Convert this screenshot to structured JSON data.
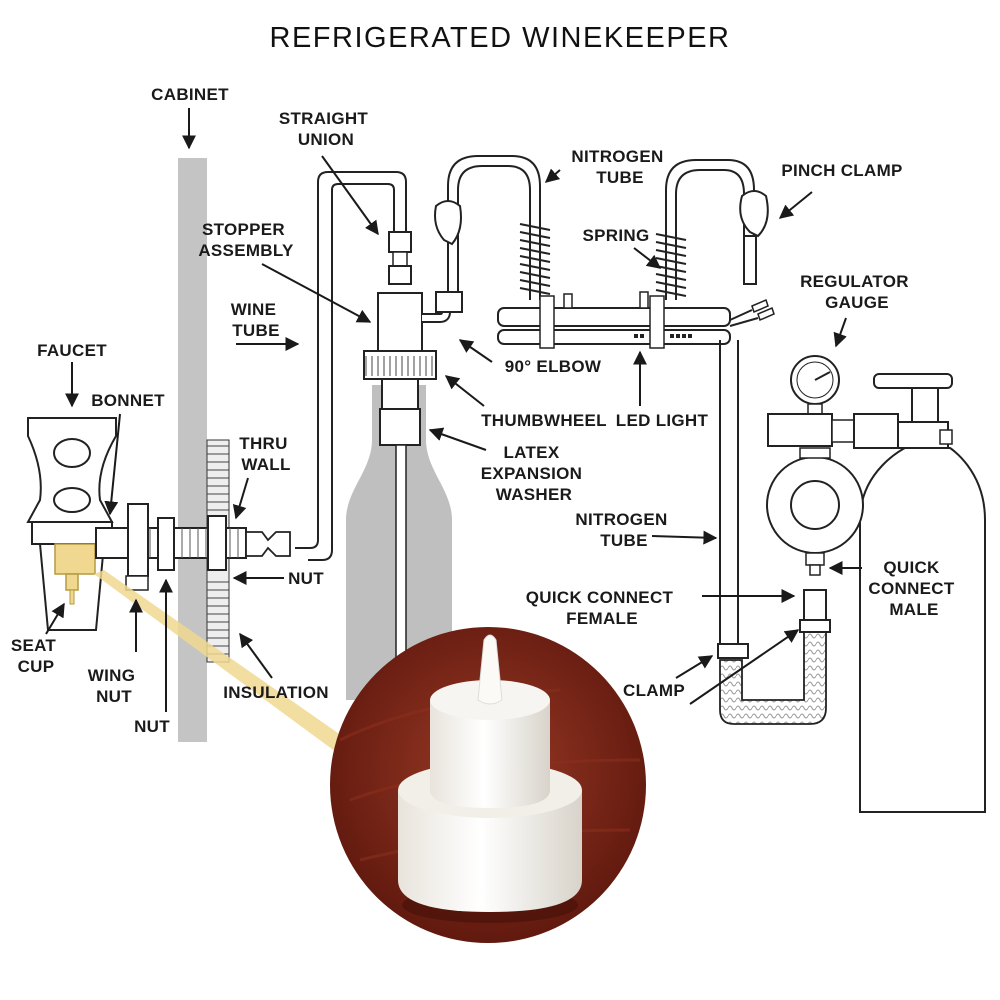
{
  "title": "REFRIGERATED WINEKEEPER",
  "labels": {
    "cabinet": "CABINET",
    "straight_union": [
      "STRAIGHT",
      "UNION"
    ],
    "nitrogen_tube_top": [
      "NITROGEN",
      "TUBE"
    ],
    "pinch_clamp": "PINCH CLAMP",
    "stopper_assembly": [
      "STOPPER",
      "ASSEMBLY"
    ],
    "spring": "SPRING",
    "regulator_gauge": [
      "REGULATOR",
      "GAUGE"
    ],
    "wine_tube": [
      "WINE",
      "TUBE"
    ],
    "faucet": "FAUCET",
    "elbow": "90° ELBOW",
    "bonnet": "BONNET",
    "thumbwheel": "THUMBWHEEL",
    "led_light": "LED LIGHT",
    "thru_wall": [
      "THRU",
      "WALL"
    ],
    "latex_expansion_washer": [
      "LATEX",
      "EXPANSION",
      "WASHER"
    ],
    "nitrogen_tube_mid": [
      "NITROGEN",
      "TUBE"
    ],
    "nut_right": "NUT",
    "quick_connect_male": [
      "QUICK",
      "CONNECT",
      "MALE"
    ],
    "quick_connect_female": [
      "QUICK CONNECT",
      "FEMALE"
    ],
    "seat_cup": [
      "SEAT",
      "CUP"
    ],
    "wing_nut": [
      "WING",
      "NUT"
    ],
    "clamp": "CLAMP",
    "insulation": "INSULATION",
    "nut_bottom": "NUT"
  },
  "colors": {
    "wall": "#c4c4c4",
    "bottle": "#bfbfbf",
    "highlight": "#f0d890",
    "photo_bg": "#7a2418",
    "seat_cup_part": "#f5f2ec"
  }
}
